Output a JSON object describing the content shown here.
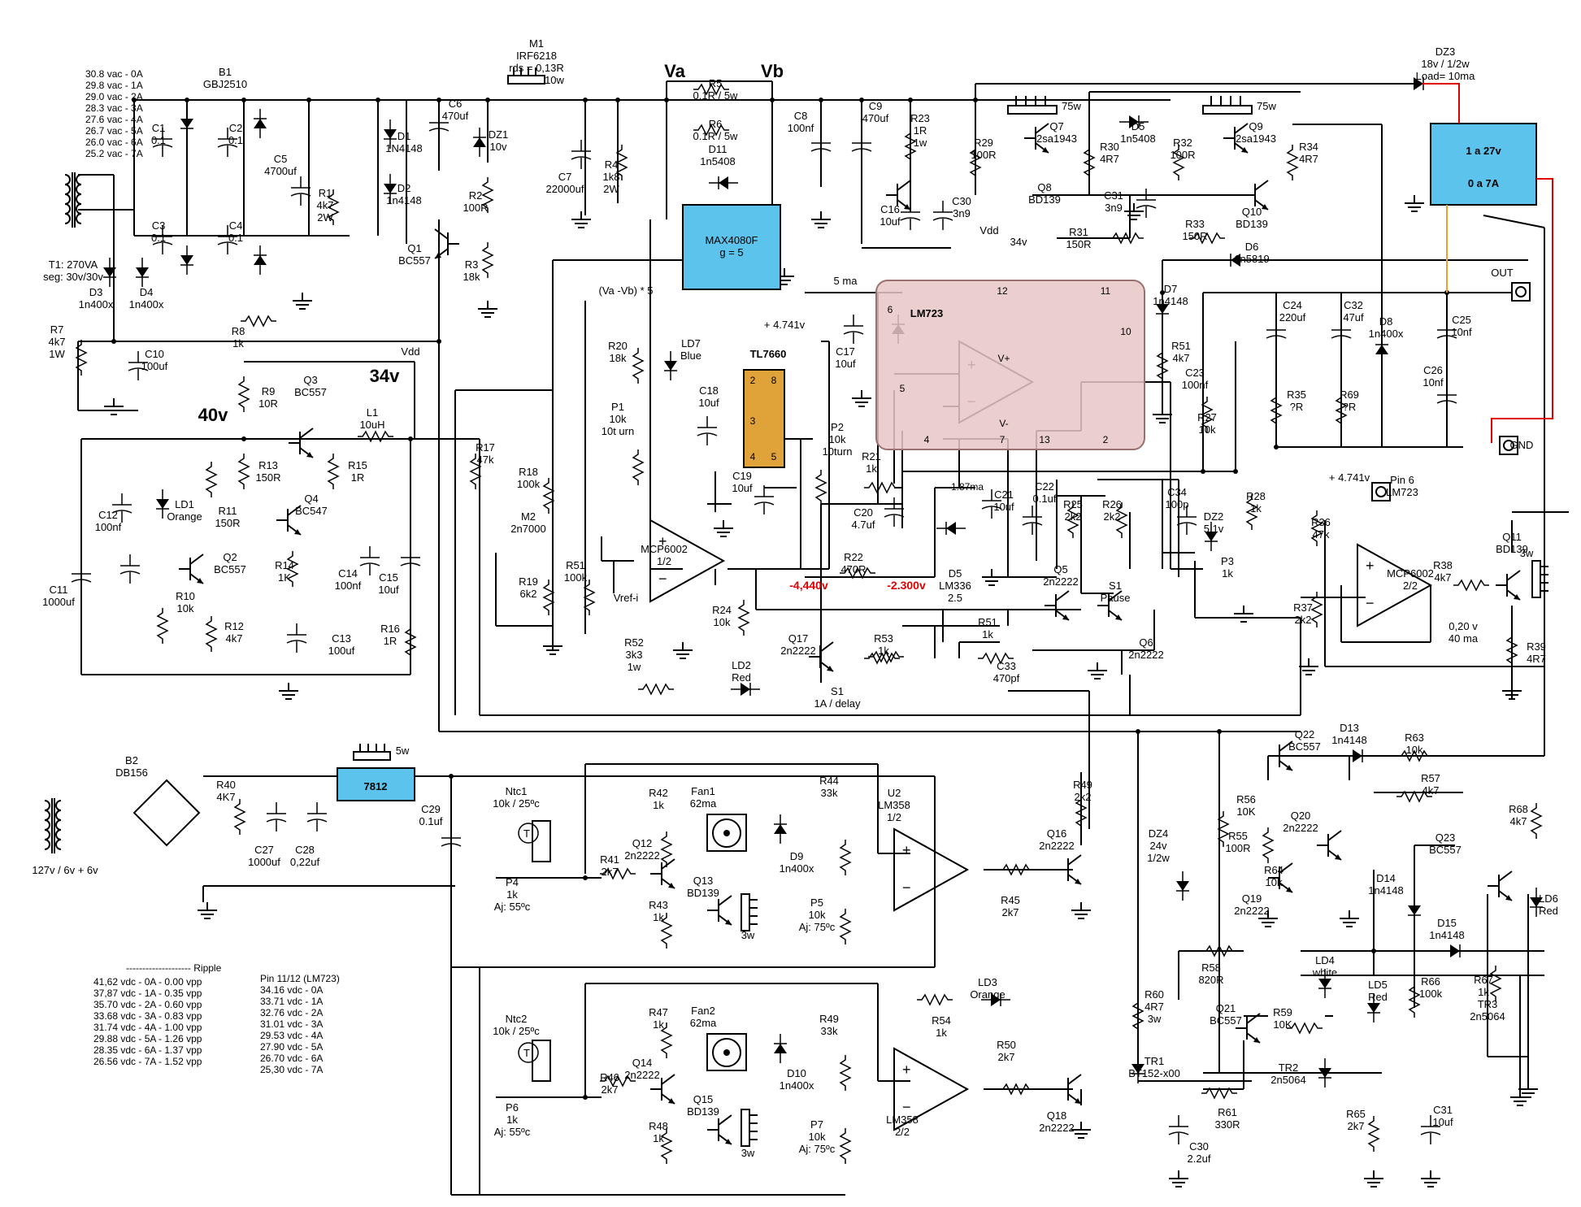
{
  "transformer_t1": {
    "label": "T1: 270VA",
    "secondary": "seg: 30v/30v",
    "load_table": [
      "30.8 vac - 0A",
      "29.8 vac - 1A",
      "29.0 vac - 2A",
      "28.3 vac - 3A",
      "27.6 vac - 4A",
      "26.7 vac - 5A",
      "26.0 vac - 6A",
      "25.2 vac - 7A"
    ]
  },
  "rails": {
    "va": "Va",
    "vb": "Vb",
    "v40": "40v",
    "v34": "34v",
    "vdd": "Vdd",
    "vdd2": "Vdd",
    "v34b": "34v",
    "vref": "+ 4.741v",
    "vref2": "+ 4.741v",
    "ma5": "5 ma"
  },
  "expressions": {
    "diff": "(Va -Vb) * 5",
    "vrefi": "Vref-i",
    "v1": "-4,440v",
    "v2": "-2.300v",
    "i187": "1.87ma",
    "out_i": "0,20 v",
    "out_ma": "40 ma"
  },
  "components": {
    "b1": [
      "B1",
      "GBJ2510"
    ],
    "c1": [
      "C1",
      "0.1"
    ],
    "c2": [
      "C2",
      "0.1"
    ],
    "c3": [
      "C3",
      "0.1"
    ],
    "c4": [
      "C4",
      "0.1"
    ],
    "c5": [
      "C5",
      "4700uf"
    ],
    "r1": [
      "R1",
      "4k7",
      "2W"
    ],
    "d1": [
      "D1",
      "1N4148"
    ],
    "d2": [
      "D2",
      "1n4148"
    ],
    "d3": [
      "D3",
      "1n400x"
    ],
    "d4": [
      "D4",
      "1n400x"
    ],
    "c6": [
      "C6",
      "470uf"
    ],
    "dz1": [
      "DZ1",
      "10v"
    ],
    "r2": [
      "R2",
      "100R"
    ],
    "r3": [
      "R3",
      "18k"
    ],
    "q1": [
      "Q1",
      "BC557"
    ],
    "m1": [
      "M1",
      "IRF6218",
      "rds = 0,13R"
    ],
    "hs_m1": "10w",
    "c7": [
      "C7",
      "22000uf"
    ],
    "r4": [
      "R4",
      "1k8",
      "2W"
    ],
    "r5": [
      "R5",
      "0.1R / 5w"
    ],
    "r6": [
      "R6",
      "0.1R / 5w"
    ],
    "d11": [
      "D11",
      "1n5408"
    ],
    "r7": [
      "R7",
      "4k7",
      "1W"
    ],
    "c10": [
      "C10",
      "100uf"
    ],
    "r8": [
      "R8",
      "1k"
    ],
    "u_max": [
      "MAX4080F",
      "g = 5"
    ],
    "c8": [
      "C8",
      "100nf"
    ],
    "c9": [
      "C9",
      "470uf"
    ],
    "r23": [
      "R23",
      "1R",
      "1w"
    ],
    "c16": [
      "C16",
      "10uf"
    ],
    "c30": [
      "C30",
      "3n9"
    ],
    "r29": [
      "R29",
      "100R"
    ],
    "q7": [
      "Q7",
      "2sa1943"
    ],
    "hs_q7": "75w",
    "r30": [
      "R30",
      "4R7"
    ],
    "d5b": [
      "D5",
      "1n5408"
    ],
    "r32": [
      "R32",
      "100R"
    ],
    "q9": [
      "Q9",
      "2sa1943"
    ],
    "hs_q9": "75w",
    "r34": [
      "R34",
      "4R7"
    ],
    "q8": [
      "Q8",
      "BD139"
    ],
    "c31": [
      "C31",
      "3n9"
    ],
    "q10": [
      "Q10",
      "BD139"
    ],
    "r31": [
      "R31",
      "150R"
    ],
    "r33": [
      "R33",
      "150R"
    ],
    "dz3": [
      "DZ3",
      "18v / 1/2w",
      "Load= 10ma"
    ],
    "psu": [
      "1 a 27v",
      "0 a 7A"
    ],
    "d6": [
      "D6",
      "1n5819"
    ],
    "d7": [
      "D7",
      "1n4148"
    ],
    "r51b": [
      "R51",
      "4k7"
    ],
    "c24": [
      "C24",
      "220uf"
    ],
    "c32": [
      "C32",
      "47uf"
    ],
    "d8": [
      "D8",
      "1n400x"
    ],
    "c25": [
      "C25",
      "10nf"
    ],
    "c26": [
      "C26",
      "10nf"
    ],
    "r35": [
      "R35",
      "?R"
    ],
    "r69": [
      "R69",
      "?R"
    ],
    "out": "OUT",
    "gnd": "GND",
    "lm723": "LM723",
    "pins723": [
      "6",
      "12",
      "11",
      "10",
      "5",
      "4",
      "7",
      "13",
      "2",
      "V+",
      "V-"
    ],
    "r20": [
      "R20",
      "18k"
    ],
    "ld7": [
      "LD7",
      "Blue"
    ],
    "p1": [
      "P1",
      "10k",
      "10t urn"
    ],
    "tl7660": "TL7660",
    "tl_pins": [
      "2",
      "8",
      "3",
      "4",
      "5"
    ],
    "c18": [
      "C18",
      "10uf"
    ],
    "c19": [
      "C19",
      "10uf"
    ],
    "c17": [
      "C17",
      "10uf"
    ],
    "p2": [
      "P2",
      "10k",
      "10turn"
    ],
    "r21": [
      "R21",
      "1k"
    ],
    "c20": [
      "C20",
      "4.7uf"
    ],
    "r22": [
      "R22",
      "470R"
    ],
    "d5": [
      "D5",
      "LM336",
      "2.5"
    ],
    "c21": [
      "C21",
      "10uf"
    ],
    "c22": [
      "C22",
      "0.1uf"
    ],
    "r25": [
      "R25",
      "2k2"
    ],
    "r26": [
      "R26",
      "2k2"
    ],
    "c23": [
      "C23",
      "100nf"
    ],
    "r27": [
      "R27",
      "10k"
    ],
    "c34": [
      "C34",
      "100p"
    ],
    "dz2": [
      "DZ2",
      "5.1v"
    ],
    "r28": [
      "R28",
      "1k"
    ],
    "p3": [
      "P3",
      "1k"
    ],
    "r17": [
      "R17",
      "47k"
    ],
    "r18": [
      "R18",
      "100k"
    ],
    "m2": [
      "M2",
      "2n7000"
    ],
    "r19": [
      "R19",
      "6k2"
    ],
    "r51": [
      "R51",
      "100k"
    ],
    "mcp1": [
      "MCP6002",
      "1/2"
    ],
    "r24": [
      "R24",
      "10k"
    ],
    "q5": [
      "Q5",
      "2n2222"
    ],
    "s1": [
      "S1",
      "Pause"
    ],
    "q6": [
      "Q6",
      "2n2222"
    ],
    "r51c": [
      "R51",
      "1k"
    ],
    "c33": [
      "C33",
      "470pf"
    ],
    "r53": [
      "R53",
      "1k"
    ],
    "q17": [
      "Q17",
      "2n2222"
    ],
    "r52": [
      "R52",
      "3k3",
      "1w"
    ],
    "ld2": [
      "LD2",
      "Red"
    ],
    "s1b": [
      "S1",
      "1A / delay"
    ],
    "pin6": [
      "Pin 6",
      "LM723"
    ],
    "r36": [
      "R36",
      "47k"
    ],
    "mcp2": [
      "MCP6002",
      "2/2"
    ],
    "r37": [
      "R37",
      "2k2"
    ],
    "r38": [
      "R38",
      "4k7"
    ],
    "q11": [
      "Q11",
      "BD139"
    ],
    "hs_q11": "3w",
    "r39": [
      "R39",
      "4R7"
    ],
    "r9": [
      "R9",
      "10R"
    ],
    "q3": [
      "Q3",
      "BC557"
    ],
    "l1": [
      "L1",
      "10uH"
    ],
    "r13": [
      "R13",
      "150R"
    ],
    "r15": [
      "R15",
      "1R"
    ],
    "q4": [
      "Q4",
      "BC547"
    ],
    "c12": [
      "C12",
      "100nf"
    ],
    "ld1": [
      "LD1",
      "Orange"
    ],
    "r11": [
      "R11",
      "150R"
    ],
    "q2": [
      "Q2",
      "BC557"
    ],
    "r14": [
      "R14",
      "1K"
    ],
    "c14": [
      "C14",
      "100nf"
    ],
    "c15": [
      "C15",
      "10uf"
    ],
    "r16": [
      "R16",
      "1R"
    ],
    "c13": [
      "C13",
      "100uf"
    ],
    "c11": [
      "C11",
      "1000uf"
    ],
    "r10": [
      "R10",
      "10k"
    ],
    "r12": [
      "R12",
      "4k7"
    ],
    "b2": [
      "B2",
      "DB156"
    ],
    "t2": "127v / 6v + 6v",
    "r40": [
      "R40",
      "4K7"
    ],
    "c27": [
      "C27",
      "1000uf"
    ],
    "c28": [
      "C28",
      "0,22uf"
    ],
    "reg": "7812",
    "hs_reg": "5w",
    "c29": [
      "C29",
      "0.1uf"
    ],
    "ntc1": [
      "Ntc1",
      "10k / 25ºc"
    ],
    "p4": [
      "P4",
      "1k",
      "Aj: 55ºc"
    ],
    "r41": [
      "R41",
      "2k7"
    ],
    "r42": [
      "R42",
      "1k"
    ],
    "q12": [
      "Q12",
      "2n2222"
    ],
    "fan1": [
      "Fan1",
      "62ma"
    ],
    "d9": [
      "D9",
      "1n400x"
    ],
    "q13": [
      "Q13",
      "BD139"
    ],
    "r43": [
      "R43",
      "1k"
    ],
    "hs_q13": "3w",
    "r44": [
      "R44",
      "33k"
    ],
    "p5": [
      "P5",
      "10k",
      "Aj: 75ºc"
    ],
    "u2": [
      "U2",
      "LM358",
      "1/2"
    ],
    "r45": [
      "R45",
      "2k7"
    ],
    "q16": [
      "Q16",
      "2n2222"
    ],
    "r49": [
      "R49",
      "2k2"
    ],
    "ntc2": [
      "Ntc2",
      "10k / 25ºc"
    ],
    "p6": [
      "P6",
      "1k",
      "Aj: 55ºc"
    ],
    "r46": [
      "R46",
      "2k7"
    ],
    "r47": [
      "R47",
      "1k"
    ],
    "q14": [
      "Q14",
      "2n2222"
    ],
    "fan2": [
      "Fan2",
      "62ma"
    ],
    "d10": [
      "D10",
      "1n400x"
    ],
    "q15": [
      "Q15",
      "BD139"
    ],
    "r48": [
      "R48",
      "1k"
    ],
    "hs_q15": "3w",
    "r49b": [
      "R49",
      "33k"
    ],
    "p7": [
      "P7",
      "10k",
      "Aj: 75ºc"
    ],
    "u3": [
      "LM358",
      "2/2"
    ],
    "r50": [
      "R50",
      "2k7"
    ],
    "q18": [
      "Q18",
      "2n2222"
    ],
    "r54": [
      "R54",
      "1k"
    ],
    "ld3": [
      "LD3",
      "Orange"
    ],
    "q22": [
      "Q22",
      "BC557"
    ],
    "d13": [
      "D13",
      "1n4148"
    ],
    "r63": [
      "R63",
      "10k"
    ],
    "r57": [
      "R57",
      "4k7"
    ],
    "r56": [
      "R56",
      "10K"
    ],
    "q20": [
      "Q20",
      "2n2222"
    ],
    "r55": [
      "R55",
      "100R"
    ],
    "r64": [
      "R64",
      "10k"
    ],
    "q19": [
      "Q19",
      "2n2222"
    ],
    "q23": [
      "Q23",
      "BC557"
    ],
    "r68": [
      "R68",
      "4k7"
    ],
    "ld6": [
      "LD6",
      "Red"
    ],
    "dz4": [
      "DZ4",
      "24v",
      "1/2w"
    ],
    "d14": [
      "D14",
      "1n4148"
    ],
    "d15": [
      "D15",
      "1n4148"
    ],
    "r66": [
      "R66",
      "100k"
    ],
    "r67": [
      "R67",
      "1k"
    ],
    "tr3": [
      "TR3",
      "2n5064"
    ],
    "r58": [
      "R58",
      "820R"
    ],
    "ld4": [
      "LD4",
      "white"
    ],
    "ld5": [
      "LD5",
      "Red"
    ],
    "r59": [
      "R59",
      "10K"
    ],
    "q21": [
      "Q21",
      "BC557"
    ],
    "tr2": [
      "TR2",
      "2n5064"
    ],
    "r60": [
      "R60",
      "4R7",
      "3w"
    ],
    "tr1": [
      "TR1",
      "BT152-x00"
    ],
    "r61": [
      "R61",
      "330R"
    ],
    "c30b": [
      "C30",
      "2.2uf"
    ],
    "r65": [
      "R65",
      "2k7"
    ],
    "c31b": [
      "C31",
      "10uf"
    ]
  },
  "ripple_table": {
    "header": "-------------------- Ripple",
    "rows": [
      "41,62 vdc - 0A - 0.00 vpp",
      "37,87 vdc - 1A - 0.35 vpp",
      "35.70 vdc - 2A - 0.60 vpp",
      "33.68 vdc - 3A - 0.83 vpp",
      "31.74 vdc - 4A - 1.00 vpp",
      "29.88 vdc - 5A - 1.26 vpp",
      "28.35 vdc - 6A - 1.37 vpp",
      "26.56 vdc - 7A - 1.52 vpp"
    ]
  },
  "pin_table": {
    "header": "Pin 11/12 (LM723)",
    "rows": [
      "34.16 vdc - 0A",
      "33.71 vdc - 1A",
      "32.76 vdc - 2A",
      "31.01 vdc - 3A",
      "29.53 vdc - 4A",
      "27.90 vdc - 5A",
      "26.70 vdc - 6A",
      "25,30 vdc - 7A"
    ]
  },
  "colors": {
    "blue_box": "#5bc3ec",
    "orange_box": "#e0a33a",
    "pink_box": "#e8c6c6",
    "red": "#e00000",
    "orange_wire": "#f0a030"
  }
}
